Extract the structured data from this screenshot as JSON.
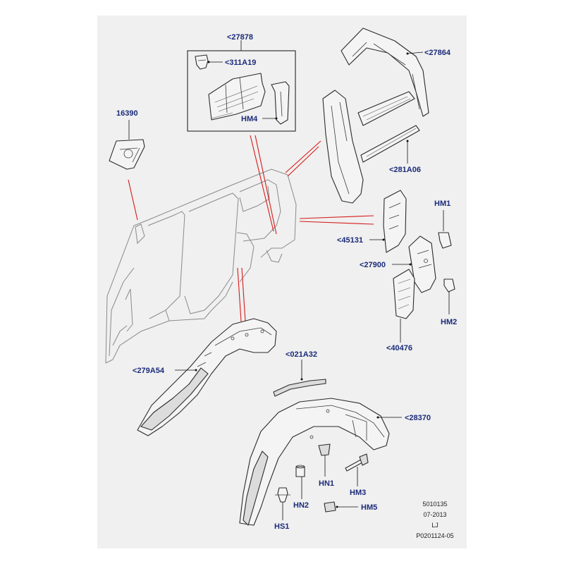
{
  "labels": {
    "p27878": "<27878",
    "p311A19": "<311A19",
    "pHM4": "HM4",
    "p16390": "16390",
    "p27864": "<27864",
    "p281A06": "<281A06",
    "pHM1": "HM1",
    "p45131": "<45131",
    "p27900": "<27900",
    "pHM2": "HM2",
    "p40476": "<40476",
    "p279A54": "<279A54",
    "p021A32": "<021A32",
    "p28370": "<28370",
    "pHN1": "HN1",
    "pHM3": "HM3",
    "pHN2": "HN2",
    "pHM5": "HM5",
    "pHS1": "HS1"
  },
  "footer": {
    "code": "5010135",
    "date": "07-2013",
    "initials": "LJ",
    "ref": "P0201124-05"
  },
  "colors": {
    "label": "#1b2a7a",
    "callout_lines": "#d61a1a",
    "background_panel": "#eff0ef"
  }
}
